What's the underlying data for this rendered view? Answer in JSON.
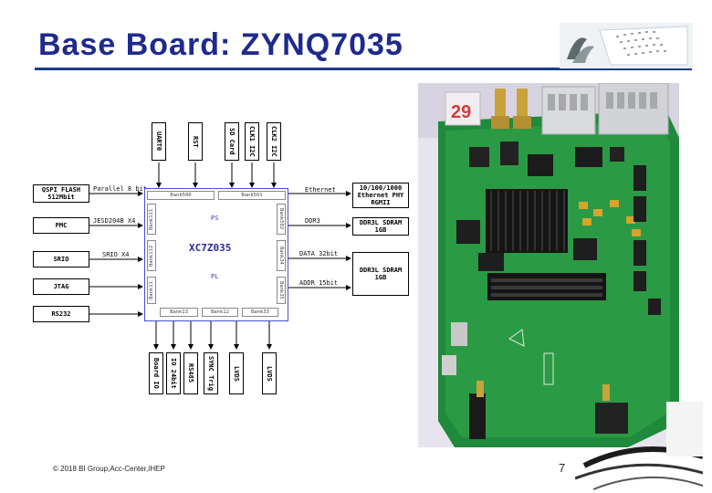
{
  "slide": {
    "title": "Base Board: ZYNQ7035",
    "footer": "© 2018 BI Group,Acc-Center,IHEP",
    "page_number": "7"
  },
  "diagram": {
    "top_blocks": [
      "UART0",
      "RST",
      "SD Card",
      "CLK1 I2C",
      "CLK2 I2C"
    ],
    "left_blocks": [
      "QSPI FLASH 512Mbit",
      "PMC",
      "SRIO",
      "JTAG",
      "RS232"
    ],
    "left_signals": [
      "Parallel 8 bit",
      "JESD204B X4",
      "SRIO X4"
    ],
    "right_blocks": [
      "10/100/1000 Ethernet PHY RGMII",
      "DDR3L SDRAM 1GB",
      "DDR3L SDRAM 1GB"
    ],
    "right_signals": [
      "Ethernet",
      "DDR3",
      "DATA 32bit",
      "ADDR 15bit"
    ],
    "bottom_blocks": [
      "Board IO",
      "IO 24bit",
      "RS485",
      "SYNC Trig",
      "LVDS",
      "LVDS"
    ],
    "chip": {
      "name": "XC7Z035",
      "ps_label": "PS",
      "pl_label": "PL",
      "banks_top": [
        "Bank500",
        "Bank501"
      ],
      "banks_bottom": [
        "Bank13",
        "Bank12",
        "Bank33"
      ],
      "banks_left": [
        "Bank111",
        "Bank112",
        "Bank11"
      ],
      "banks_right": [
        "Bank502",
        "Bank34",
        "Bank35"
      ]
    }
  },
  "photo": {
    "label": "29"
  }
}
